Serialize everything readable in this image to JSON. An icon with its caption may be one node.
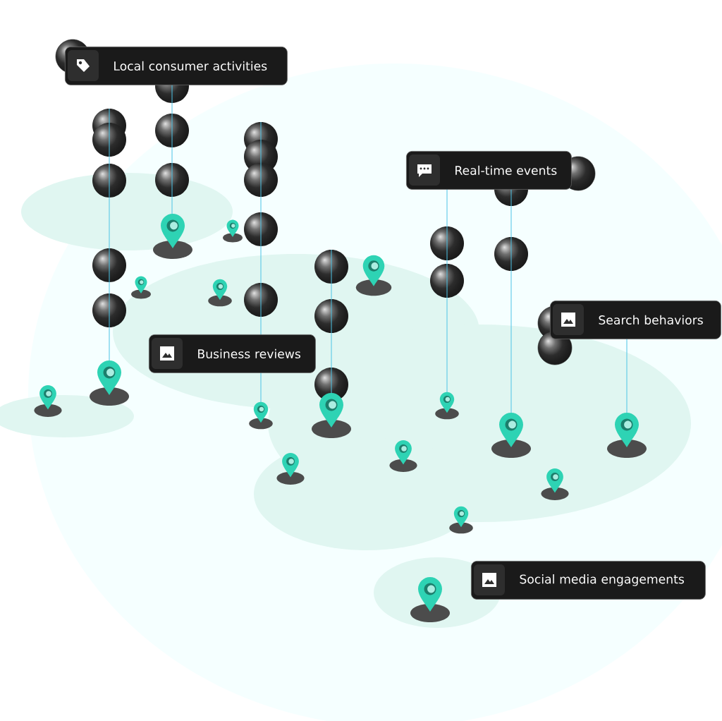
{
  "diagram": {
    "nodes": [
      {
        "text": [
          "Local consumer activities"
        ]
      },
      {
        "text": [
          "Real-time events"
        ]
      },
      {
        "text": [
          "Search behaviors"
        ]
      },
      {
        "text": [
          "Business reviews"
        ]
      },
      {
        "text": [
          "Social media engagements"
        ]
      }
    ]
  }
}
